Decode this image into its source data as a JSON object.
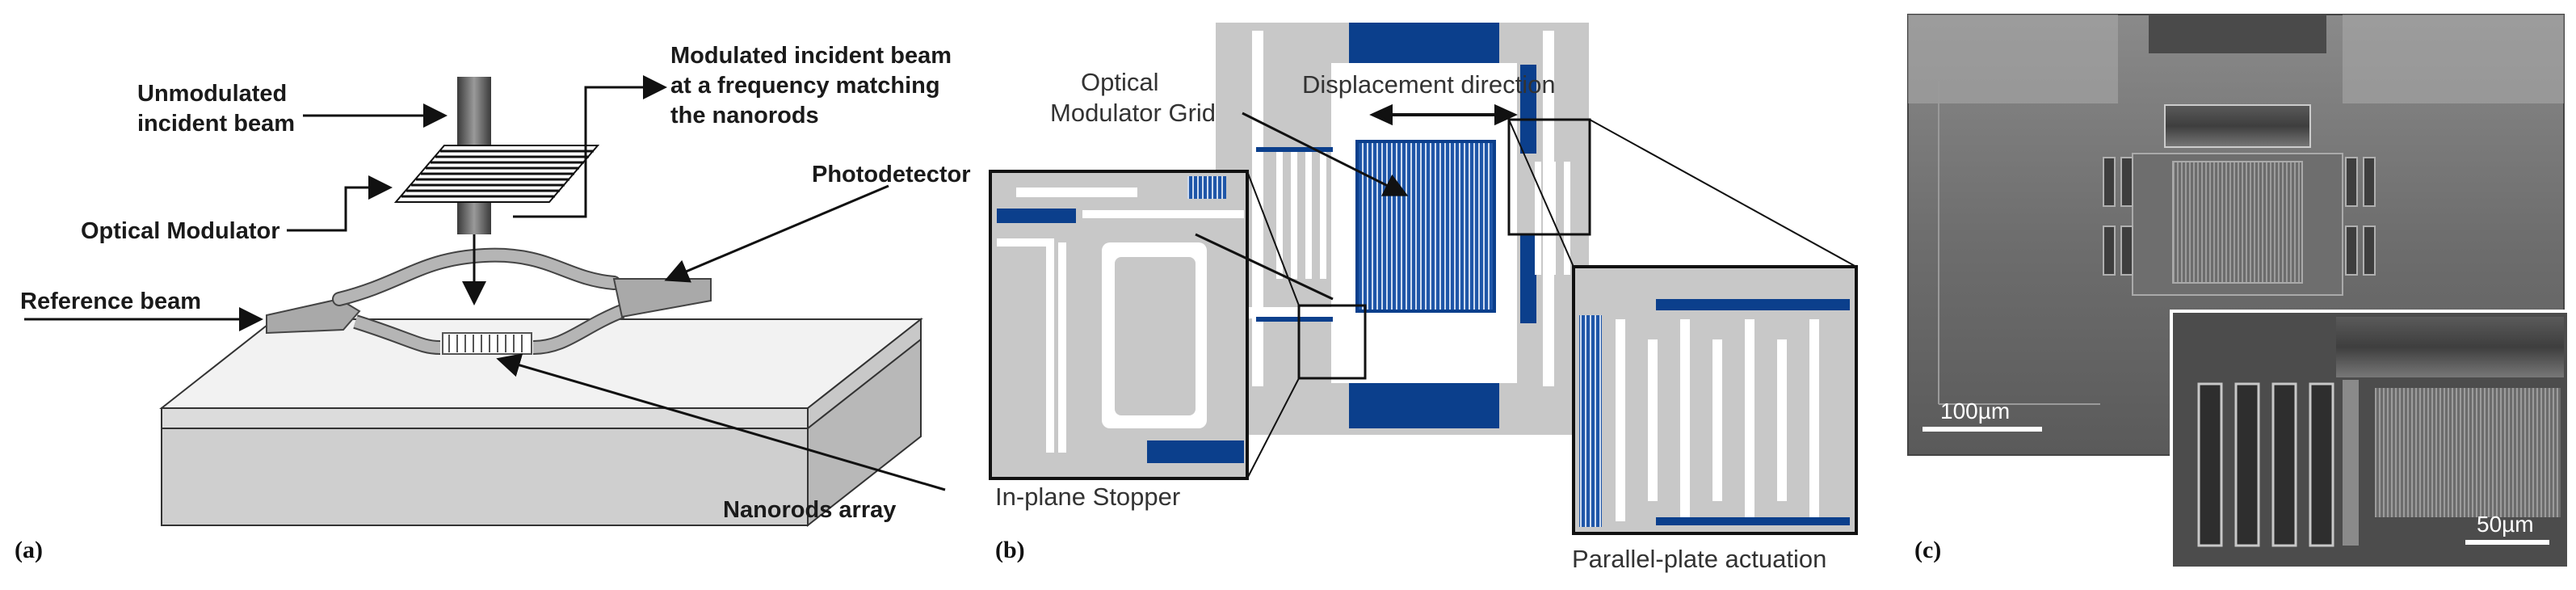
{
  "panel_a": {
    "tag": "(a)",
    "labels": {
      "unmodulated": [
        "Unmodulated",
        "incident beam"
      ],
      "modulated": [
        "Modulated incident beam",
        "at a frequency matching",
        "the nanorods"
      ],
      "optical_modulator": "Optical Modulator",
      "photodetector": "Photodetector",
      "reference_beam": "Reference beam",
      "nanorods_array": "Nanorods array"
    }
  },
  "panel_b": {
    "tag": "(b)",
    "labels": {
      "optical_modulator_grid": [
        "Optical",
        "Modulator Grid"
      ],
      "displacement_direction": "Displacement direction",
      "in_plane_stopper": "In-plane Stopper",
      "parallel_plate_actuation": "Parallel-plate actuation"
    },
    "colors": {
      "blue": "#0b3f8c",
      "gray": "#c8c8c8",
      "white": "#ffffff"
    }
  },
  "panel_c": {
    "tag": "(c)",
    "scale_bars": {
      "main": "100µm",
      "inset": "50µm"
    }
  }
}
